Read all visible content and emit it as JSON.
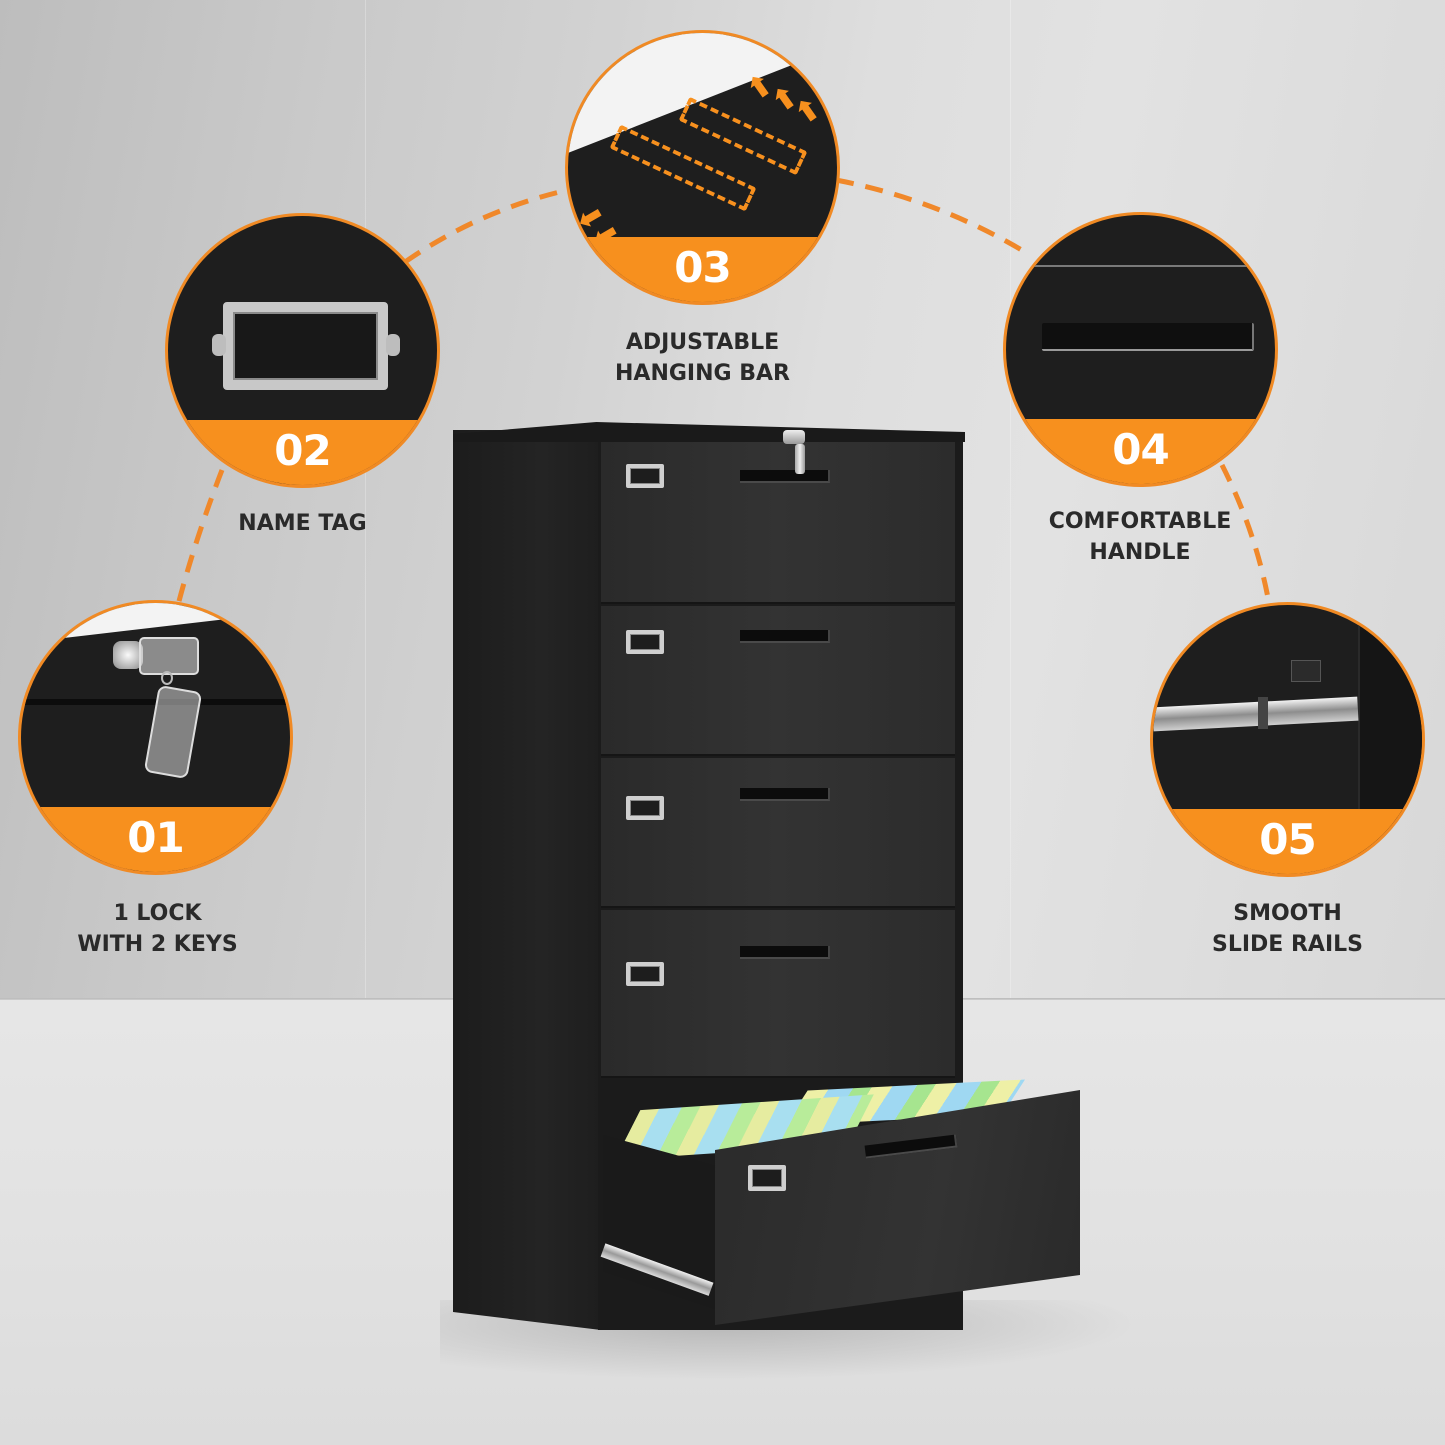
{
  "theme": {
    "accent": "#f7901e",
    "accent_border": "#f08a24",
    "cabinet_color": "#2b2b2b",
    "text_color": "#2a2a2a",
    "wall_color": "#d2d2d2",
    "floor_color": "#e3e3e3"
  },
  "product": {
    "type": "5-drawer lateral filing cabinet",
    "color": "black",
    "drawer_count": 5,
    "open_drawer": "bottom"
  },
  "features": [
    {
      "number": "01",
      "label_line1": "1 LOCK",
      "label_line2": "WITH 2 KEYS",
      "icon": "lock-key-icon"
    },
    {
      "number": "02",
      "label_line1": "NAME TAG",
      "label_line2": "",
      "icon": "name-tag-icon"
    },
    {
      "number": "03",
      "label_line1": "ADJUSTABLE",
      "label_line2": "HANGING BAR",
      "icon": "hanging-bar-icon"
    },
    {
      "number": "04",
      "label_line1": "COMFORTABLE",
      "label_line2": "HANDLE",
      "icon": "handle-icon"
    },
    {
      "number": "05",
      "label_line1": "SMOOTH",
      "label_line2": "SLIDE RAILS",
      "icon": "slide-rail-icon"
    }
  ]
}
